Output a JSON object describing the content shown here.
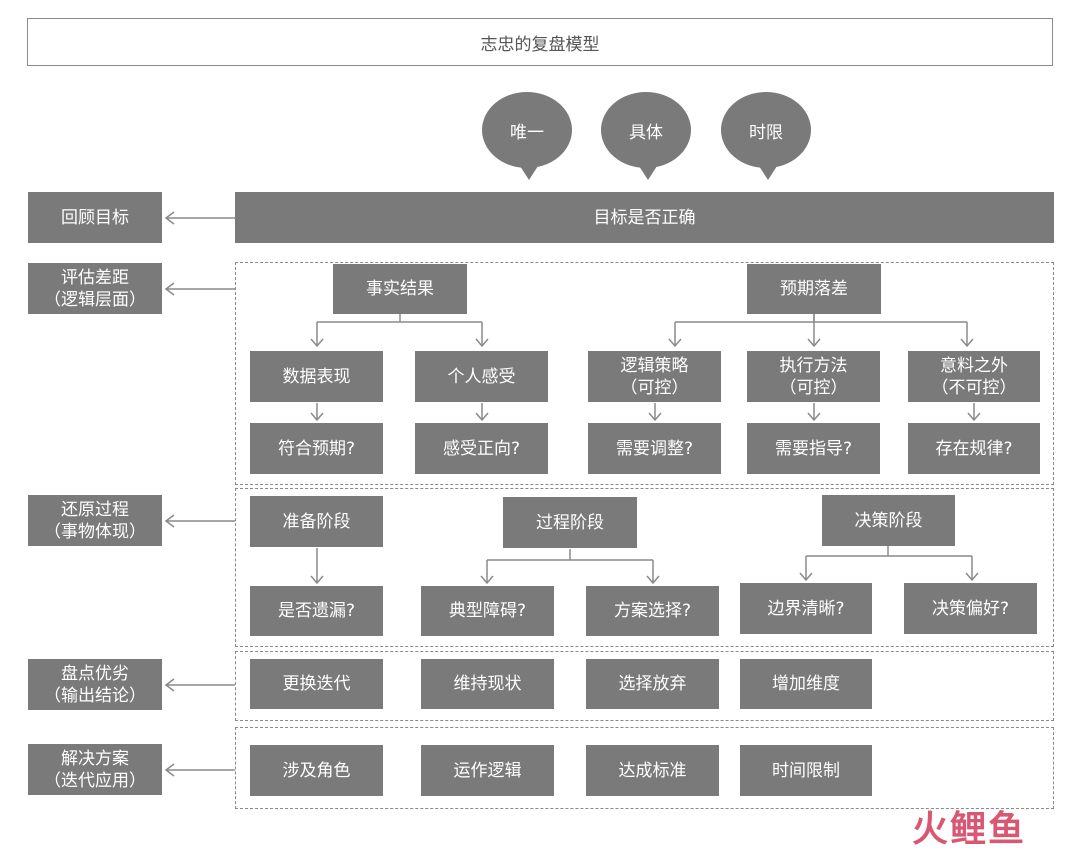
{
  "title": "志忠的复盘模型",
  "bubbles": [
    "唯一",
    "具体",
    "时限"
  ],
  "goal_bar": "目标是否正确",
  "left_labels": [
    "回顾目标",
    "评估差距\n（逻辑层面）",
    "还原过程\n（事物体现）",
    "盘点优劣\n（输出结论）",
    "解决方案\n（迭代应用）"
  ],
  "assess": {
    "fact": "事实结果",
    "expect": "预期落差",
    "fact_children": [
      "数据表现",
      "个人感受"
    ],
    "fact_questions": [
      "符合预期?",
      "感受正向?"
    ],
    "expect_children": [
      "逻辑策略\n（可控）",
      "执行方法\n（可控）",
      "意料之外\n（不可控）"
    ],
    "expect_questions": [
      "需要调整?",
      "需要指导?",
      "存在规律?"
    ]
  },
  "process": {
    "prep": "准备阶段",
    "prep_q": "是否遗漏?",
    "proc": "过程阶段",
    "proc_q": [
      "典型障碍?",
      "方案选择?"
    ],
    "decide": "决策阶段",
    "decide_q": [
      "边界清晰?",
      "决策偏好?"
    ]
  },
  "conclude": [
    "更换迭代",
    "维持现状",
    "选择放弃",
    "增加维度"
  ],
  "solution": [
    "涉及角色",
    "运作逻辑",
    "达成标准",
    "时间限制"
  ],
  "logo_text": "火鲤鱼",
  "colors": {
    "box": "#7a7a7a",
    "line": "#8a8a8a",
    "logo": "#d23b5b"
  }
}
